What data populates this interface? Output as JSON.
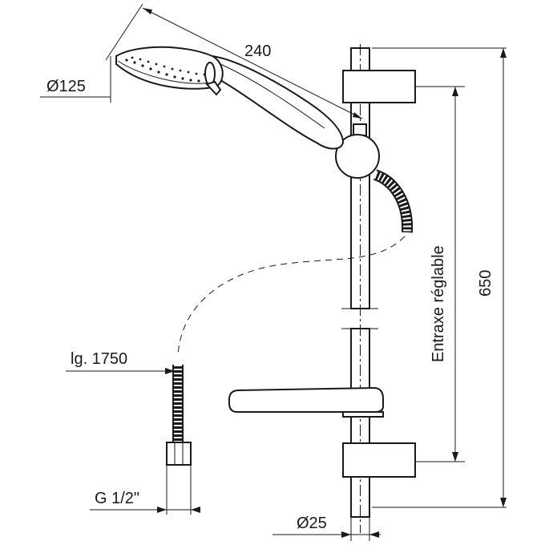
{
  "dimensions": {
    "head_diameter": "Ø125",
    "handshower_length": "240",
    "rail_height": "650",
    "adjustable_spacing": "Entraxe réglable",
    "hose_length": "lg. 1750",
    "thread": "G 1/2\"",
    "rail_diameter": "Ø25"
  },
  "colors": {
    "line": "#1a1a1a",
    "background": "#ffffff"
  }
}
